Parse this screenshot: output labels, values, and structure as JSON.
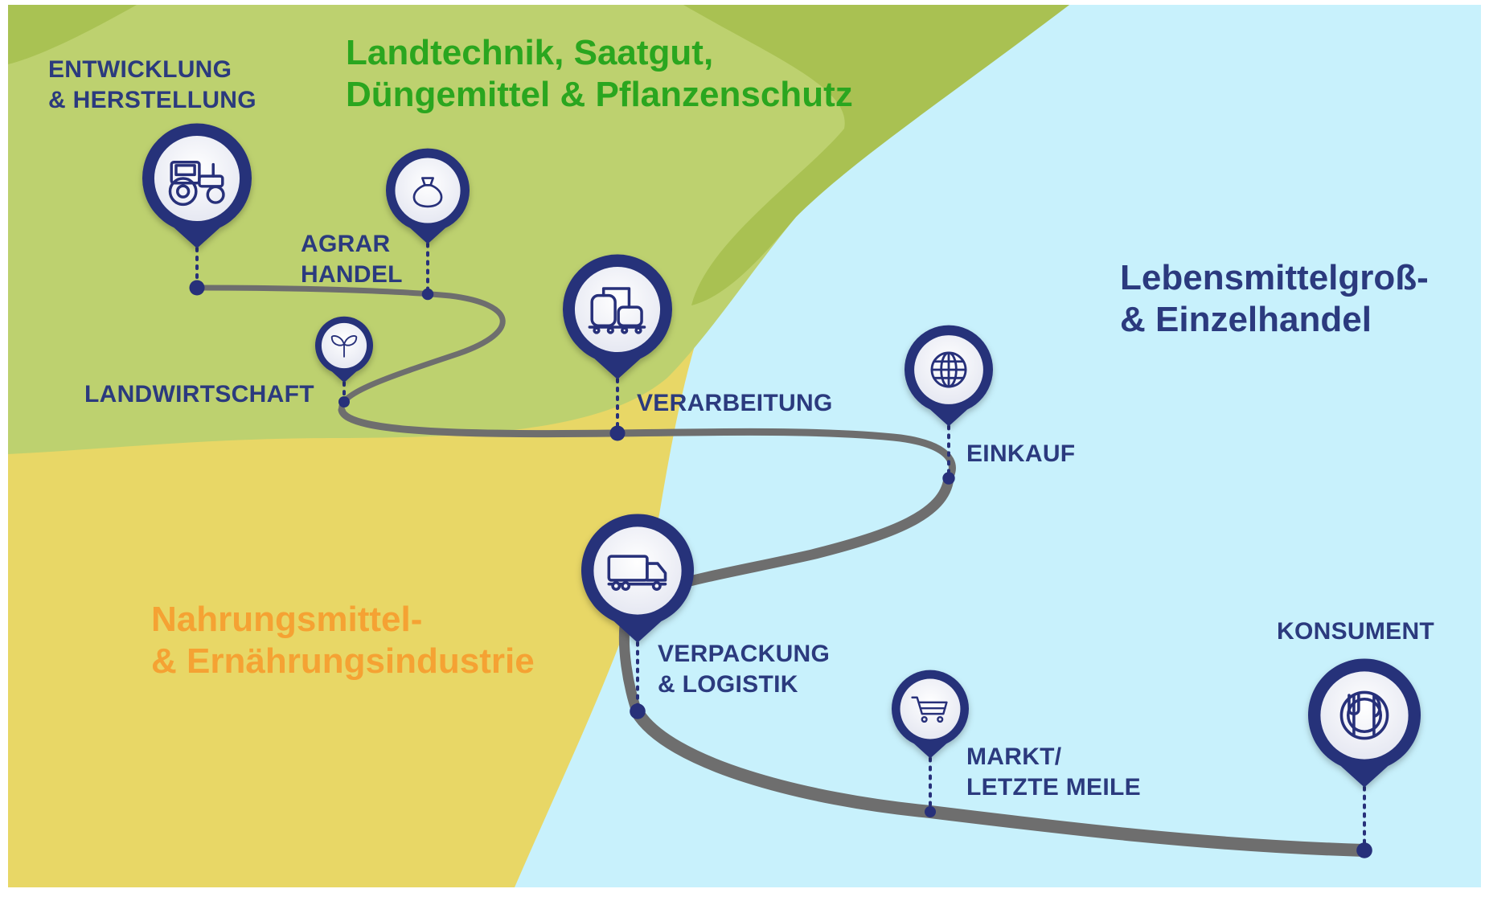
{
  "colors": {
    "blue_bg": "#c8f1fc",
    "green_bg": "#bdd16f",
    "green_dark": "#a6bf4f",
    "yellow_bg": "#e8d766",
    "road": "#6e6e6e",
    "pin_navy": "#27307a",
    "pin_fill": "#f4f5fb",
    "text_navy": "#2b3a7e",
    "title_green": "#2aa61f",
    "title_orange": "#f5a233"
  },
  "regions": {
    "green": "Landtechnik, Saatgut,\nDüngemittel & Pflanzenschutz",
    "blue": "Lebensmittelgroß-\n& Einzelhandel",
    "orange": "Nahrungsmittel-\n& Ernährungsindustrie"
  },
  "stations": [
    {
      "id": "entwicklung",
      "label": "ENTWICKLUNG\n& HERSTELLUNG",
      "icon": "tractor-icon"
    },
    {
      "id": "agrar",
      "label": "AGRAR\nHANDEL",
      "icon": "sack-icon"
    },
    {
      "id": "landwirtschaft",
      "label": "LANDWIRTSCHAFT",
      "icon": "sprout-icon"
    },
    {
      "id": "verarbeitung",
      "label": "VERARBEITUNG",
      "icon": "factory-tanks-icon"
    },
    {
      "id": "einkauf",
      "label": "EINKAUF",
      "icon": "globe-icon"
    },
    {
      "id": "verpackung",
      "label": "VERPACKUNG\n& LOGISTIK",
      "icon": "truck-icon"
    },
    {
      "id": "markt",
      "label": "MARKT/\nLETZTE MEILE",
      "icon": "shopping-cart-icon"
    },
    {
      "id": "konsument",
      "label": "KONSUMENT",
      "icon": "plate-cutlery-icon"
    }
  ]
}
